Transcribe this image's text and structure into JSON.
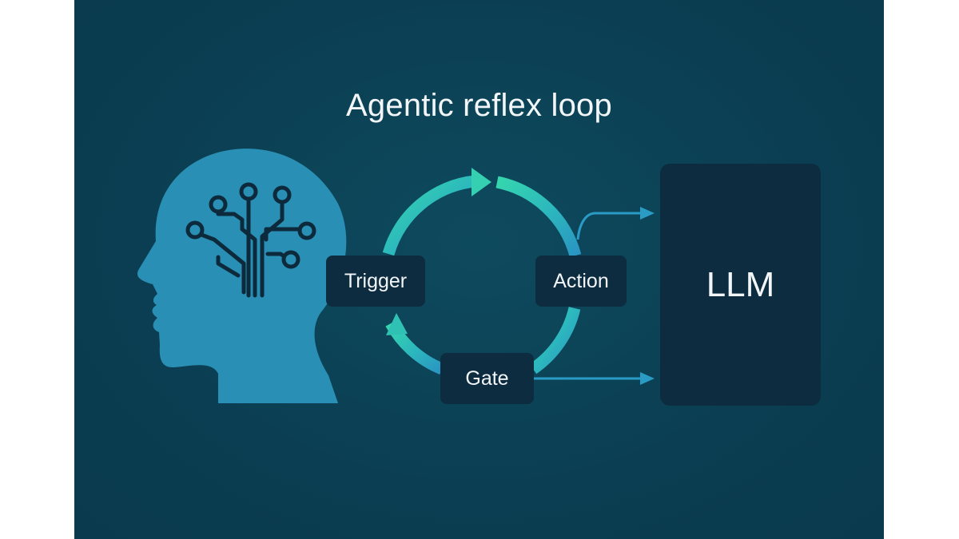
{
  "title": "Agentic reflex loop",
  "nodes": {
    "trigger": "Trigger",
    "action": "Action",
    "gate": "Gate",
    "llm": "LLM"
  },
  "icons": {
    "head": "head-circuit-icon"
  },
  "colors": {
    "background": "#0b3e52",
    "head": "#2a8fb4",
    "circuit": "#0c2a3c",
    "loop_start": "#2ed1b0",
    "loop_end": "#2a9bc4",
    "node_fill": "#0d2c3f",
    "text": "#f2f6f8"
  }
}
